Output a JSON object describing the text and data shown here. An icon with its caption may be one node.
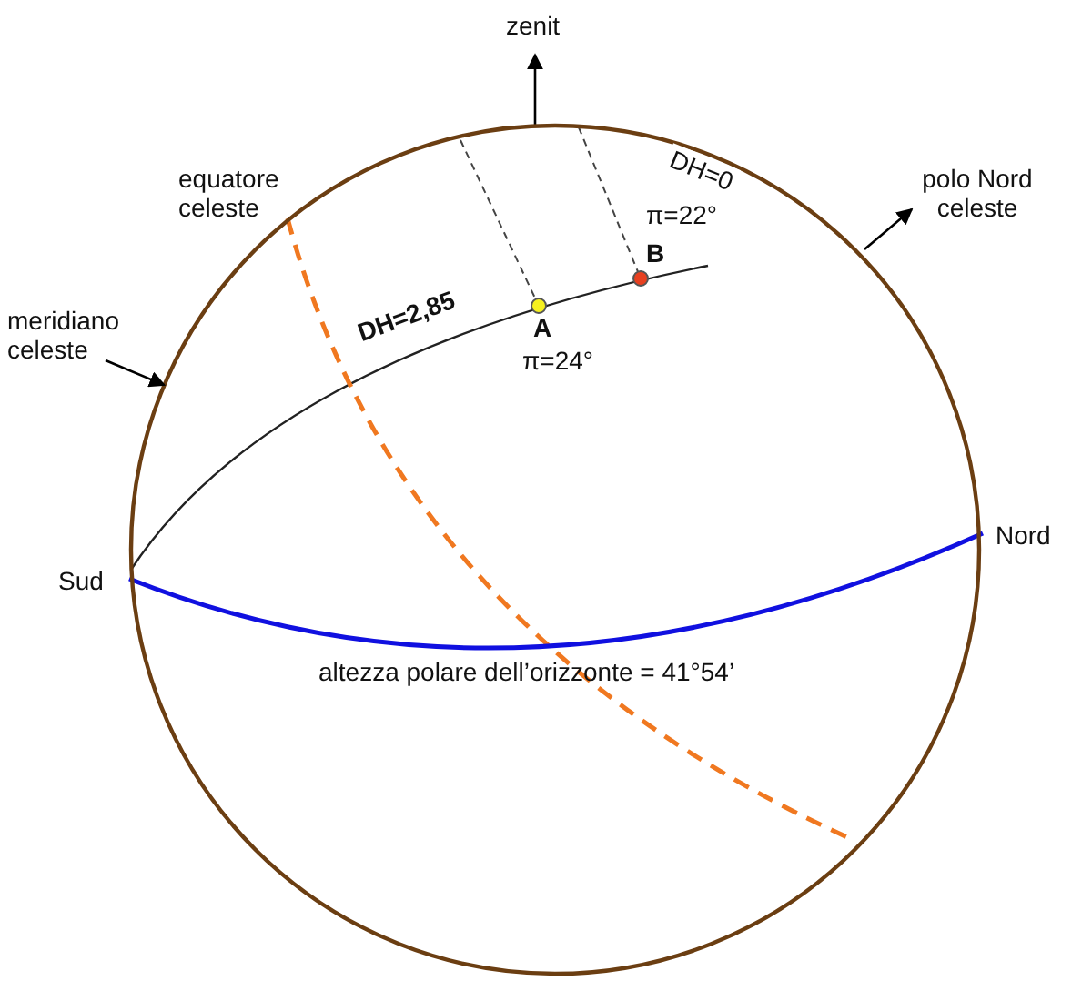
{
  "diagram": {
    "nodes": [
      {
        "text": [],
        "shape": "circle"
      },
      {
        "text": [
          "meridiano celeste"
        ]
      }
    ],
    "edges": [
      {
        "from": 1,
        "to": 0,
        "arrow": "to"
      }
    ],
    "labels": [
      "zenit",
      "equatore celeste",
      "DH=0",
      "polo Nord celeste",
      "π=22°",
      "B",
      "DH=2,85",
      "A",
      "π=24°",
      "Sud",
      "Nord",
      "altezza polare dell’orizzonte = 41°54’"
    ]
  }
}
